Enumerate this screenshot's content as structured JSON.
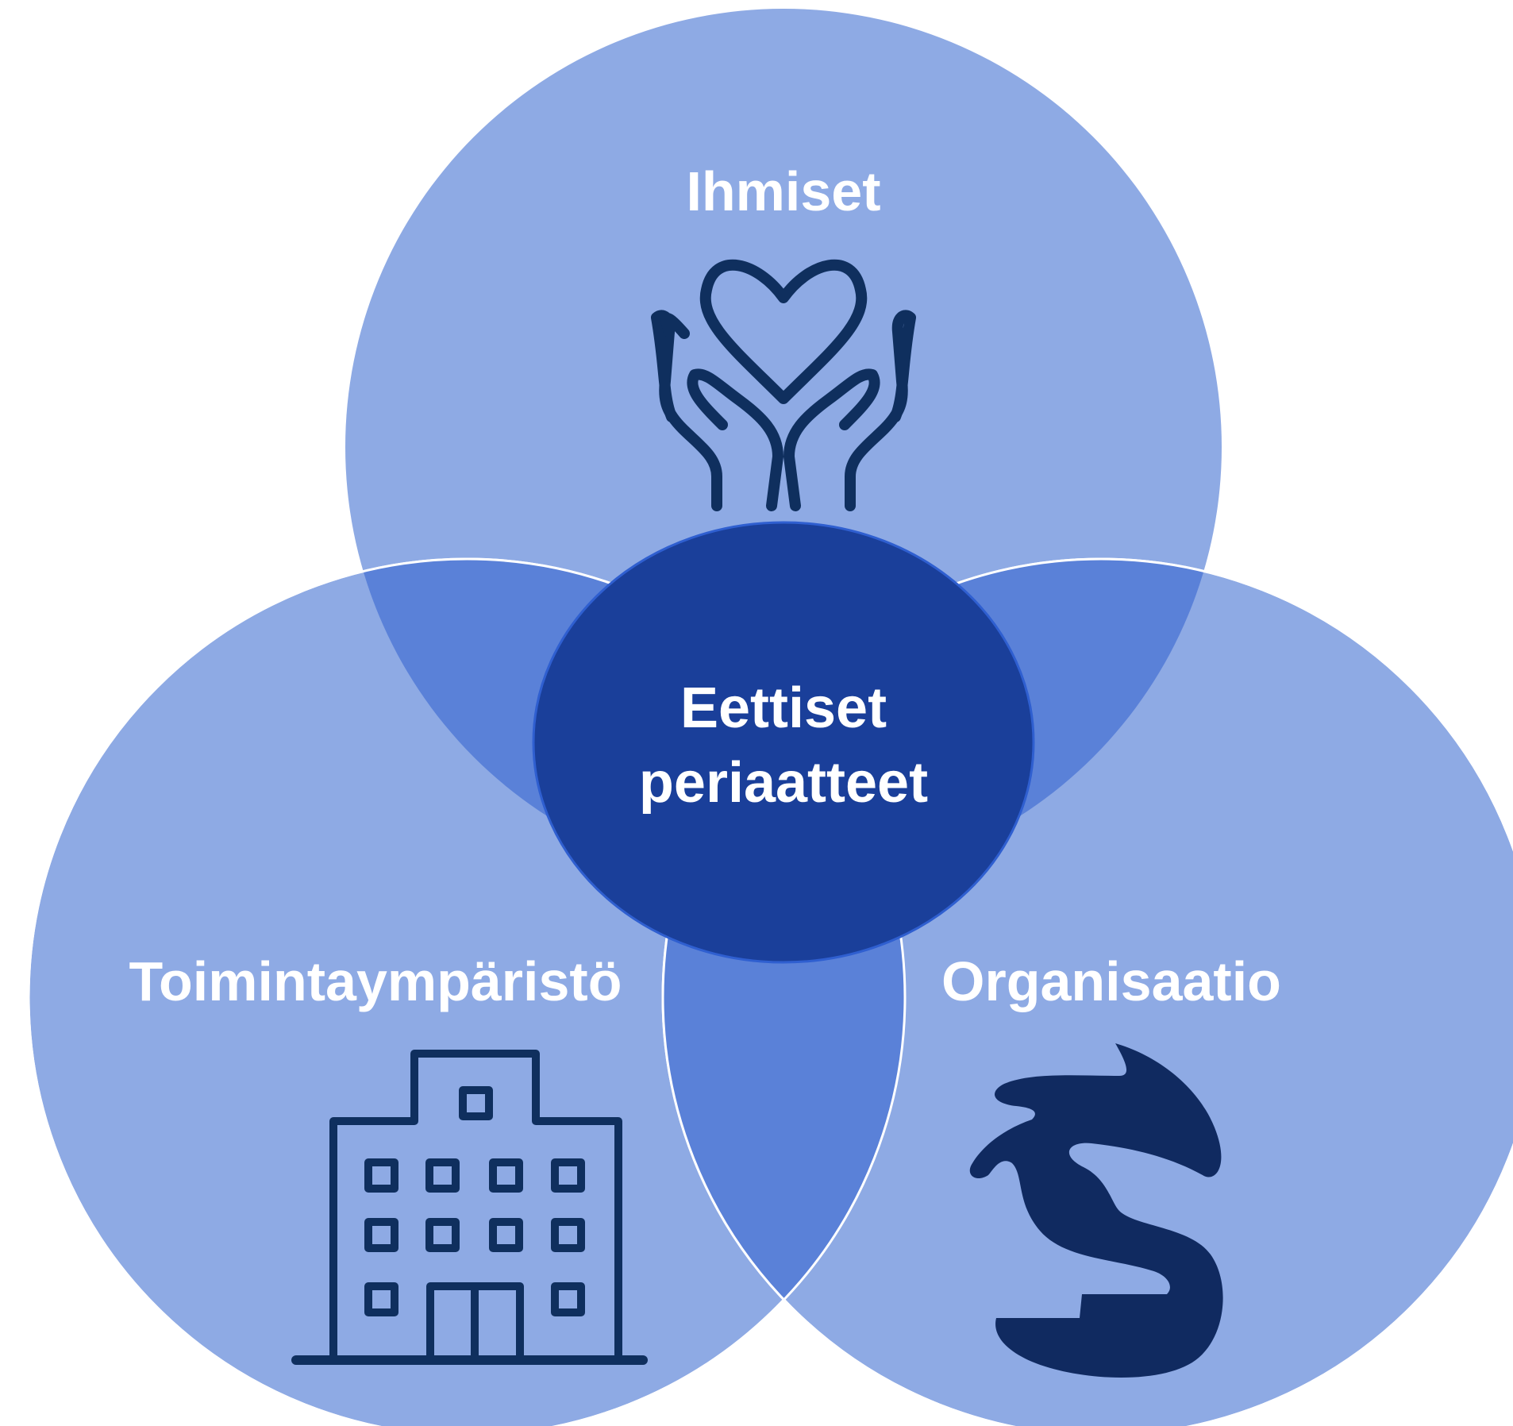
{
  "diagram": {
    "type": "venn",
    "circles": [
      {
        "id": "top",
        "label": "Ihmiset",
        "icon": "hands-holding-heart-icon"
      },
      {
        "id": "left",
        "label": "Toimintaympäristö",
        "icon": "office-building-icon"
      },
      {
        "id": "right",
        "label": "Organisaatio",
        "icon": "organisation-logo-icon"
      }
    ],
    "center": {
      "line1": "Eettiset",
      "line2": "periaatteet"
    }
  },
  "colors": {
    "circle_fill": "#8eaae4",
    "overlap_fill": "#5a81d8",
    "center_fill": "#1a3f9a",
    "icon_stroke": "#0f2f5e",
    "logo_fill": "#102a60",
    "text": "#ffffff"
  }
}
